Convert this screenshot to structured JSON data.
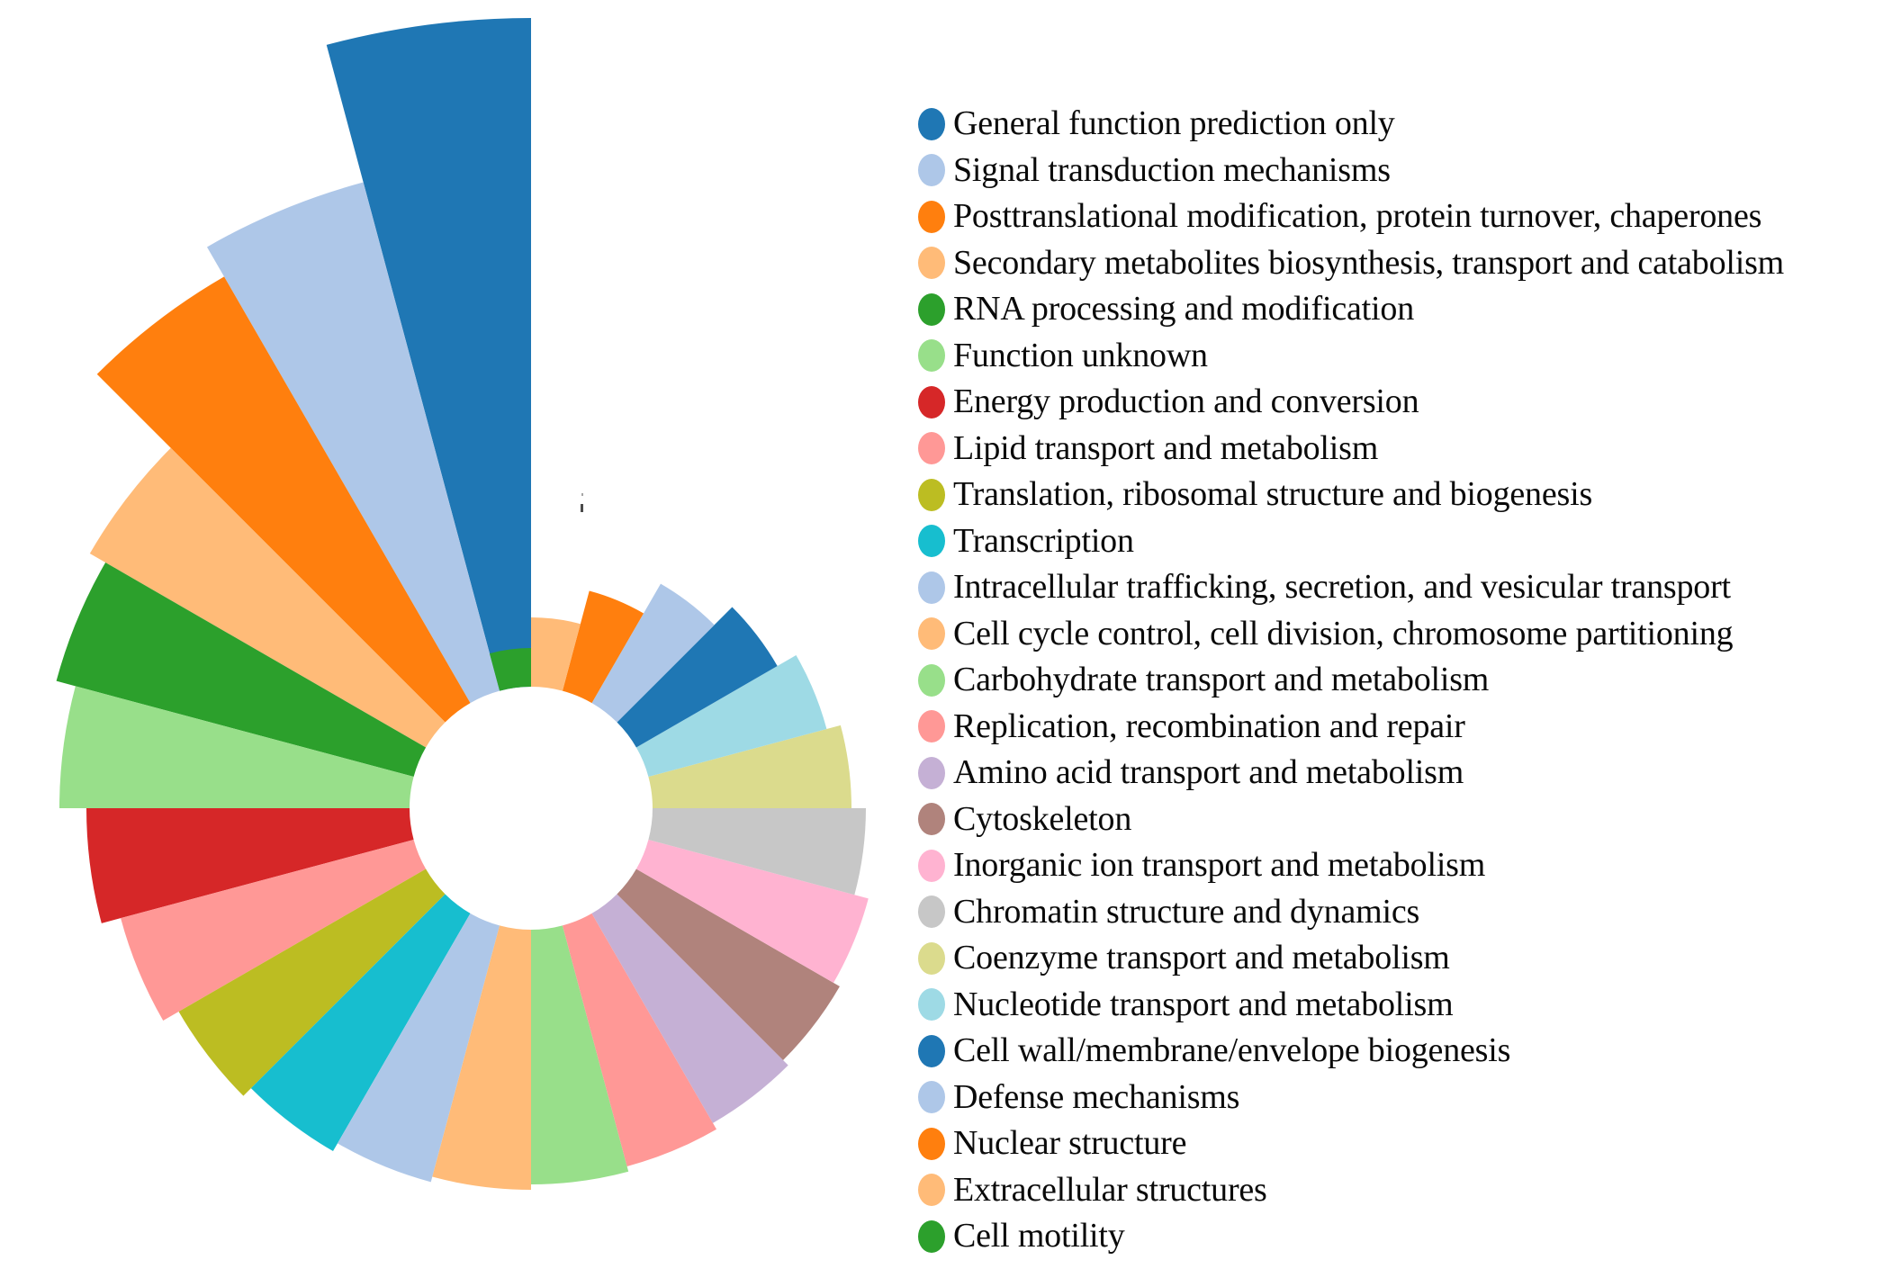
{
  "chart_data": {
    "type": "pie",
    "variant": "nightingale-rose-donut",
    "title": "",
    "subtitle": "",
    "xlabel": "",
    "ylabel": "",
    "legend_position": "right",
    "grid": false,
    "start_angle_deg": 0,
    "direction": "counterclockwise",
    "equal_angles_deg": 15,
    "inner_hole_radius_px": 135,
    "max_radius_px": 878,
    "categories": [
      "General function prediction only",
      "Signal transduction mechanisms",
      "Posttranslational modification, protein turnover, chaperones",
      "Secondary metabolites biosynthesis, transport and catabolism",
      "RNA processing and modification",
      "Function unknown",
      "Energy production and conversion",
      "Lipid transport and metabolism",
      "Translation, ribosomal structure and biogenesis",
      "Transcription",
      "Intracellular trafficking, secretion, and vesicular transport",
      "Cell cycle control, cell division, chromosome partitioning",
      "Carbohydrate transport and metabolism",
      "Replication, recombination and repair",
      "Amino acid transport and metabolism",
      "Cytoskeleton",
      "Inorganic ion transport and metabolism",
      "Chromatin structure and dynamics",
      "Coenzyme transport and metabolism",
      "Nucleotide transport and metabolism",
      "Cell wall/membrane/envelope biogenesis",
      "Defense mechanisms",
      "Nuclear structure",
      "Extracellular structures",
      "Cell motility"
    ],
    "values": [
      878,
      720,
      682,
      566,
      546,
      524,
      494,
      472,
      452,
      440,
      430,
      424,
      418,
      412,
      404,
      396,
      388,
      372,
      356,
      340,
      316,
      288,
      250,
      212,
      178
    ],
    "colors": [
      "#1f77b4",
      "#aec7e8",
      "#ff7f0e",
      "#ffbb78",
      "#2ca02c",
      "#98df8a",
      "#d62728",
      "#ff9896",
      "#bcbd22",
      "#17becf",
      "#aec7e8",
      "#ffbb78",
      "#98df8a",
      "#ff9896",
      "#c5b0d5",
      "#b0837c",
      "#ffb3d1",
      "#c7c7c7",
      "#dbdb8d",
      "#9edae5",
      "#1f77b4",
      "#aec7e8",
      "#ff7f0e",
      "#ffbb78",
      "#2ca02c"
    ]
  },
  "legend": {
    "items": [
      {
        "label": "General function prediction only",
        "color": "#1f77b4"
      },
      {
        "label": "Signal transduction mechanisms",
        "color": "#aec7e8"
      },
      {
        "label": "Posttranslational modification, protein turnover, chaperones",
        "color": "#ff7f0e"
      },
      {
        "label": "Secondary metabolites biosynthesis, transport and catabolism",
        "color": "#ffbb78"
      },
      {
        "label": "RNA processing and modification",
        "color": "#2ca02c"
      },
      {
        "label": "Function unknown",
        "color": "#98df8a"
      },
      {
        "label": "Energy production and conversion",
        "color": "#d62728"
      },
      {
        "label": "Lipid transport and metabolism",
        "color": "#ff9896"
      },
      {
        "label": "Translation, ribosomal structure and biogenesis",
        "color": "#bcbd22"
      },
      {
        "label": "Transcription",
        "color": "#17becf"
      },
      {
        "label": "Intracellular trafficking, secretion, and vesicular transport",
        "color": "#aec7e8"
      },
      {
        "label": "Cell cycle control, cell division, chromosome partitioning",
        "color": "#ffbb78"
      },
      {
        "label": "Carbohydrate transport and metabolism",
        "color": "#98df8a"
      },
      {
        "label": "Replication, recombination and repair",
        "color": "#ff9896"
      },
      {
        "label": "Amino acid transport and metabolism",
        "color": "#c5b0d5"
      },
      {
        "label": "Cytoskeleton",
        "color": "#b0837c"
      },
      {
        "label": "Inorganic ion transport and metabolism",
        "color": "#ffb3d1"
      },
      {
        "label": "Chromatin structure and dynamics",
        "color": "#c7c7c7"
      },
      {
        "label": "Coenzyme transport and metabolism",
        "color": "#dbdb8d"
      },
      {
        "label": "Nucleotide transport and metabolism",
        "color": "#9edae5"
      },
      {
        "label": "Cell wall/membrane/envelope biogenesis",
        "color": "#1f77b4"
      },
      {
        "label": "Defense mechanisms",
        "color": "#aec7e8"
      },
      {
        "label": "Nuclear structure",
        "color": "#ff7f0e"
      },
      {
        "label": "Extracellular structures",
        "color": "#ffbb78"
      },
      {
        "label": "Cell motility",
        "color": "#2ca02c"
      }
    ]
  }
}
